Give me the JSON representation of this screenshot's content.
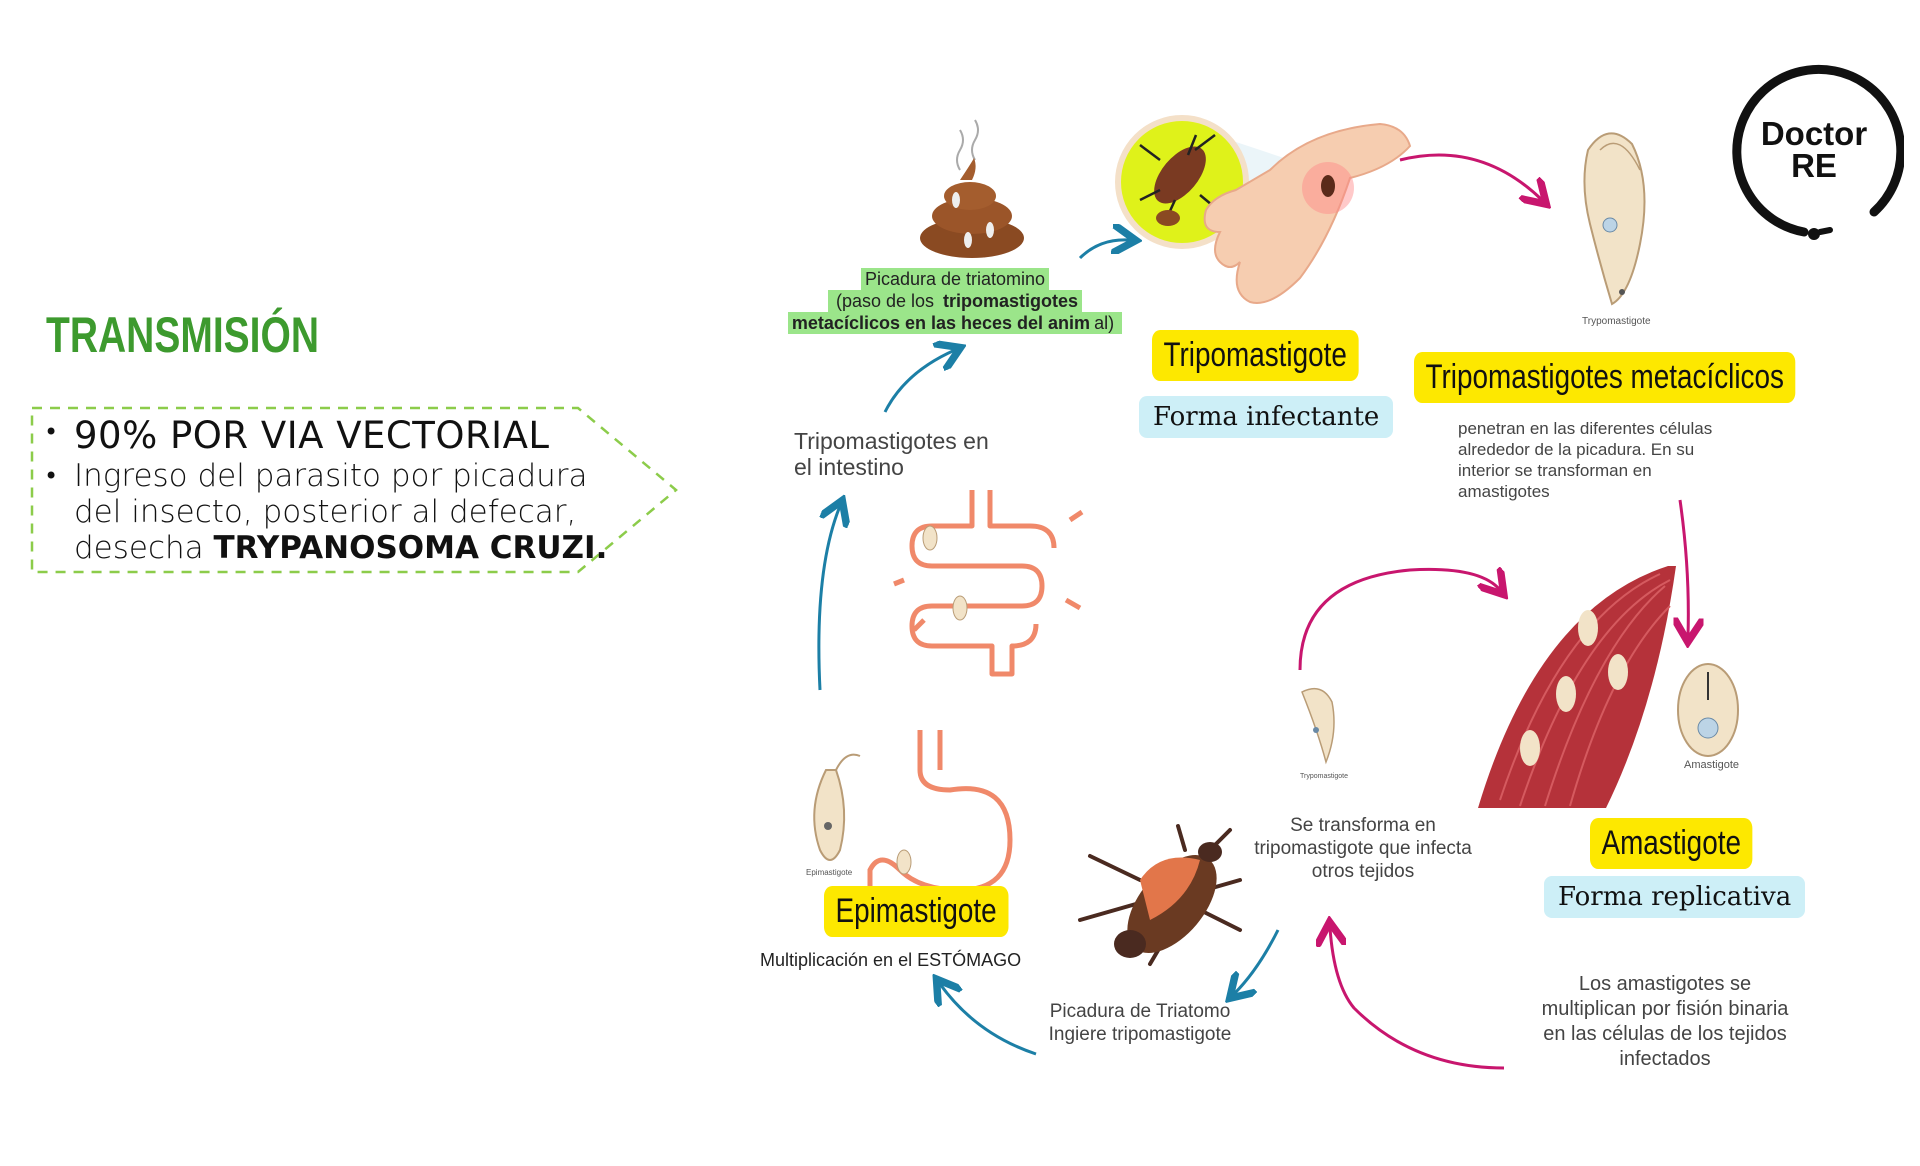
{
  "title": "TRANSMISIÓN",
  "bullets": {
    "first": "90% POR VIA VECTORIAL",
    "second_lines": [
      "Ingreso del parasito por picadura",
      "del insecto, posterior al defecar,",
      "desecha "
    ],
    "second_bold": "TRYPANOSOMA CRUZI."
  },
  "logo": {
    "line1": "Doctor",
    "line2": "RE"
  },
  "cycle": {
    "feces_note_line1": "Picadura de triatomino",
    "feces_note_line2a": "(paso de los ",
    "feces_note_line2b": "tripomastigotes",
    "feces_note_line3a": "metacíclicos en las heces del anim",
    "feces_note_line3b": "al)",
    "tripo_label": "Tripomastigote",
    "tripo_sub": "Forma infectante",
    "tripo_caption": "Trypomastigote",
    "meta_label": "Tripomastigotes metacíclicos",
    "meta_desc": [
      "penetran en las diferentes células",
      "alrededor de la picadura. En su",
      "interior se transforman en",
      "amastigotes"
    ],
    "intestine_text": [
      "Tripomastigotes en",
      "el intestino"
    ],
    "amastigote_caption": "Amastigote",
    "amastigote_label": "Amastigote",
    "amastigote_sub": "Forma replicativa",
    "amastigote_desc": [
      "Los amastigotes se",
      "multiplican por fisión binaria",
      "en las células de los tejidos",
      "infectados"
    ],
    "transform_text": [
      "Se transforma en",
      "tripomastigote que infecta",
      "otros tejidos"
    ],
    "small_tripo_caption": "Trypomastigote",
    "bite_text": [
      "Picadura de Triatomo",
      "Ingiere tripomastigote"
    ],
    "epi_caption": "Epimastigote",
    "epi_label": "Epimastigote",
    "epi_desc": "Multiplicación en el ESTÓMAGO"
  },
  "colors": {
    "title_green": "#3d9a2e",
    "dashed_green": "#8ccc4a",
    "label_yellow": "#fde800",
    "label_blue": "#cdeff7",
    "arrow_teal": "#1c7fa6",
    "arrow_magenta": "#c8166e",
    "organ_orange": "#f0896a",
    "muscle_red": "#b5323a"
  }
}
